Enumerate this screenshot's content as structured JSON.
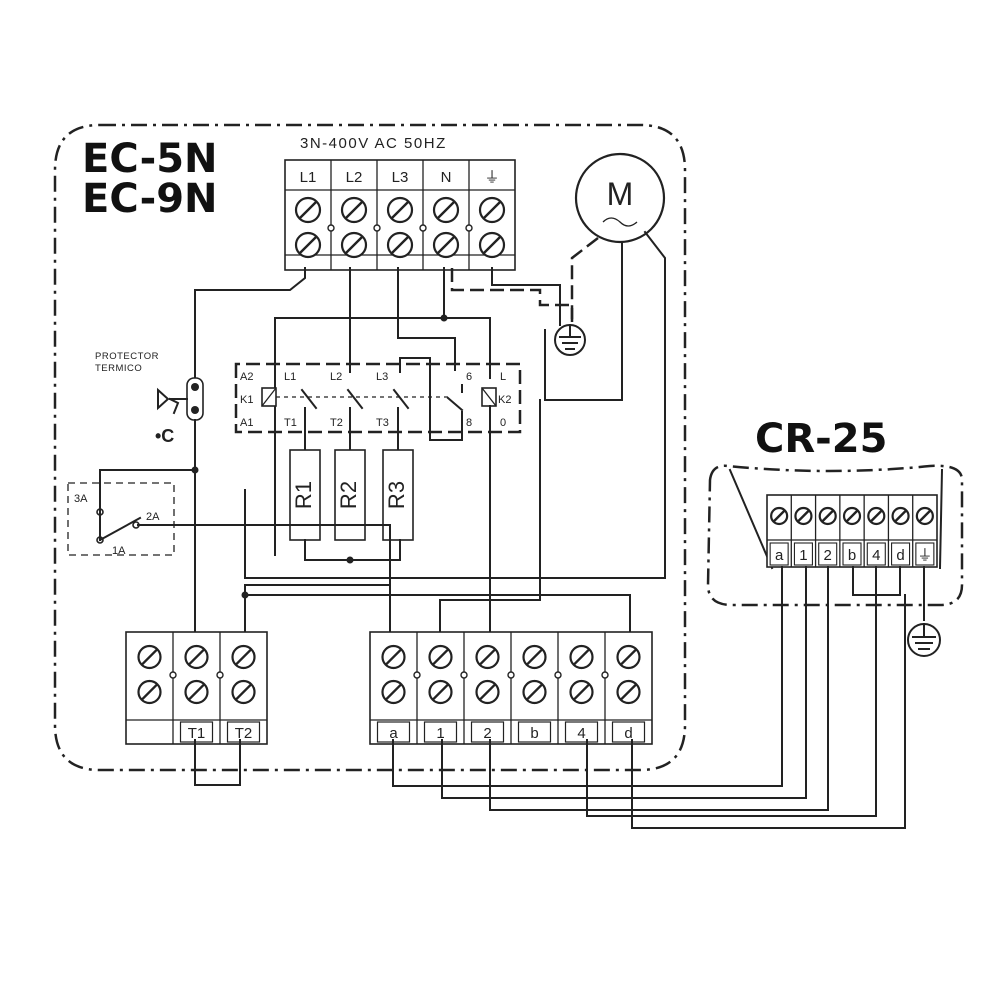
{
  "unit": {
    "model_1": "EC-5N",
    "model_2": "EC-9N",
    "supply": "3N-400V AC 50HZ",
    "supply_terminals": [
      "L1",
      "L2",
      "L3",
      "N",
      "⏚"
    ],
    "motor_symbol": "M",
    "thermal_protector_line1": "PROTECTOR",
    "thermal_protector_line2": "TERMICO",
    "thermal_protector_c": "•C",
    "thermostat_contacts": [
      "3A",
      "2A",
      "1A"
    ],
    "contactor_k1": {
      "coil_a2": "A2",
      "coil_k1": "K1",
      "coil_a1": "A1",
      "lines": [
        "L1",
        "L2",
        "L3"
      ],
      "loads": [
        "T1",
        "T2",
        "T3"
      ]
    },
    "contactor_k2": {
      "top": "6",
      "bottom": "8",
      "right_top": "L",
      "right_mid": "K2",
      "right_bottom": "0"
    },
    "heaters": [
      "R1",
      "R2",
      "R3"
    ],
    "terminal_block_left": [
      "",
      "T1",
      "T2"
    ],
    "terminal_block_right": [
      "a",
      "1",
      "2",
      "b",
      "4",
      "d"
    ]
  },
  "control": {
    "name": "CR-25",
    "terminals": [
      "a",
      "1",
      "2",
      "b",
      "4",
      "d",
      "⏚"
    ]
  }
}
